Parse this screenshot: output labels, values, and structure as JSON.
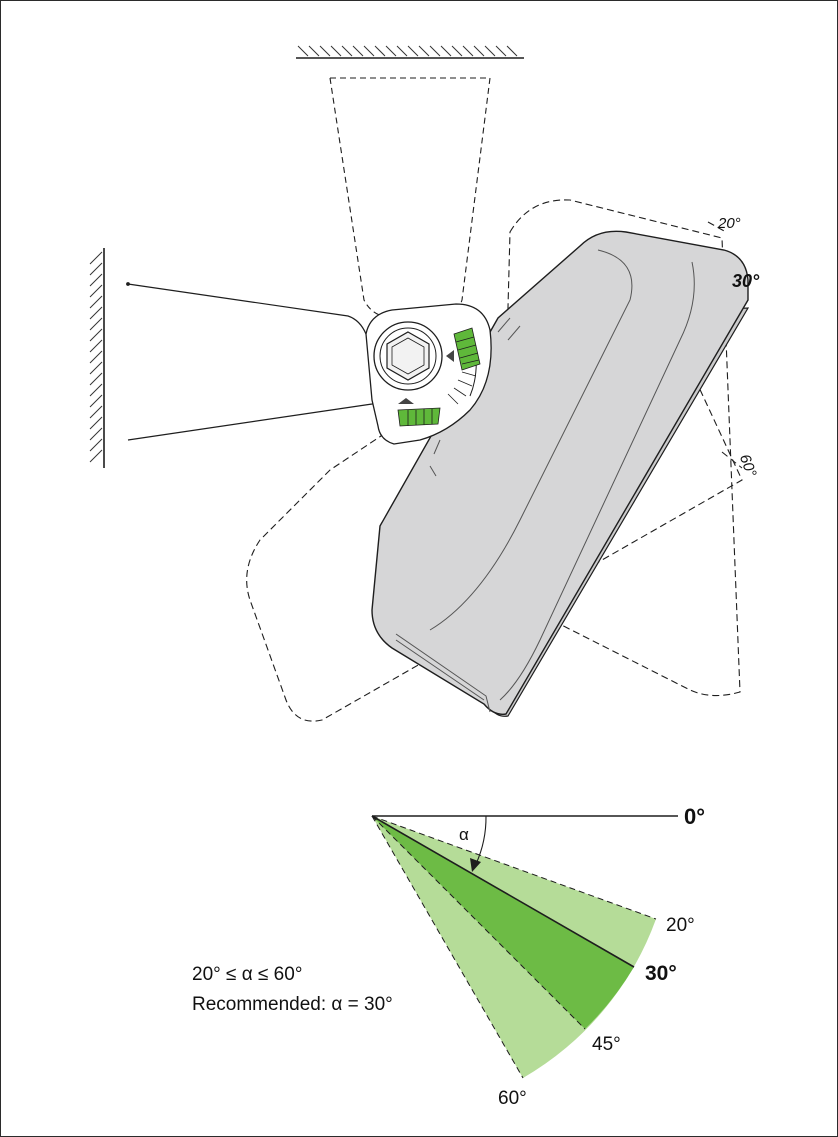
{
  "device_labels": {
    "angle_20": "20°",
    "angle_30": "30°",
    "angle_60": "60°"
  },
  "angle_diagram": {
    "zero_label": "0°",
    "alpha_symbol": "α",
    "label_20": "20°",
    "label_30": "30°",
    "label_45": "45°",
    "label_60": "60°"
  },
  "info": {
    "range_line": "20° ≤ α ≤ 60°",
    "recommended_line": "Recommended: α = 30°"
  },
  "colors": {
    "sector_light": "#b5dc98",
    "sector_dark": "#6dbb45",
    "scale_green": "#5fb83a",
    "device_fill": "#d6d6d7",
    "stroke": "#1e1e1e"
  }
}
